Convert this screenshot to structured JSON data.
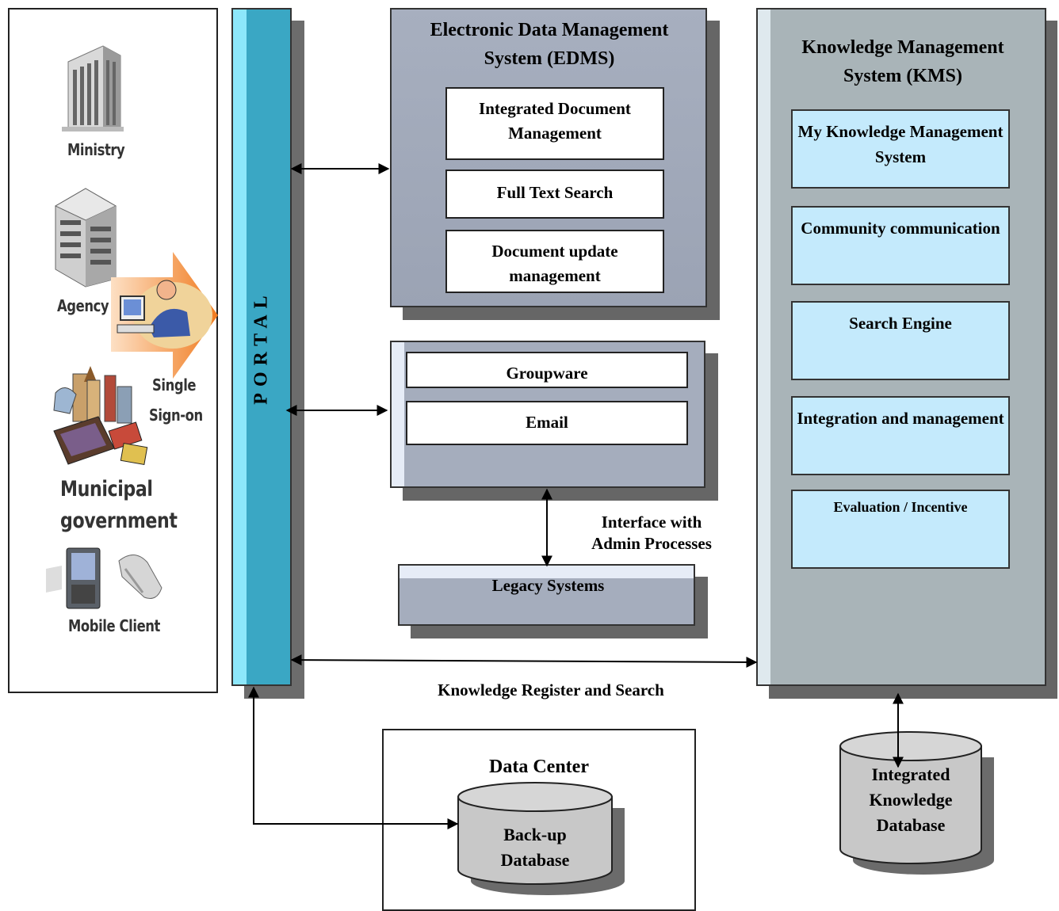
{
  "users": {
    "ministry": "Ministry",
    "agency": "Agency",
    "single_sign_on": [
      "Single",
      "Sign-on"
    ],
    "municipal_government": [
      "Municipal",
      "government"
    ],
    "mobile_client": "Mobile Client"
  },
  "portal": {
    "label": "PORTAL"
  },
  "edms": {
    "title": "Electronic Data Management System (EDMS)",
    "items": [
      "Integrated Document Management",
      "Full Text Search",
      "Document update management"
    ]
  },
  "collab": {
    "items": [
      "Groupware",
      "Email"
    ]
  },
  "interface_caption": [
    "Interface with",
    "Admin Processes"
  ],
  "legacy": {
    "label": "Legacy Systems"
  },
  "kms": {
    "title": "Knowledge Management System (KMS)",
    "items": [
      "My Knowledge Management System",
      "Community communication",
      "Search Engine",
      "Integration and management",
      "Evaluation / Incentive"
    ]
  },
  "knowledge_caption": "Knowledge Register and Search",
  "data_center": {
    "title": "Data Center",
    "db_label": [
      "Back-up",
      "Database"
    ]
  },
  "knowledge_db": {
    "label": [
      "Integrated",
      "Knowledge",
      "Database"
    ]
  },
  "colors": {
    "portal_light": "#8de7fb",
    "portal_dark": "#3aa7c4",
    "edms_fill": "#a7afbf",
    "kms_fill": "#a9b4b8",
    "kms_item_fill": "#c4eafc",
    "db_fill": "#c8c8c8",
    "shadow": "#666666"
  }
}
